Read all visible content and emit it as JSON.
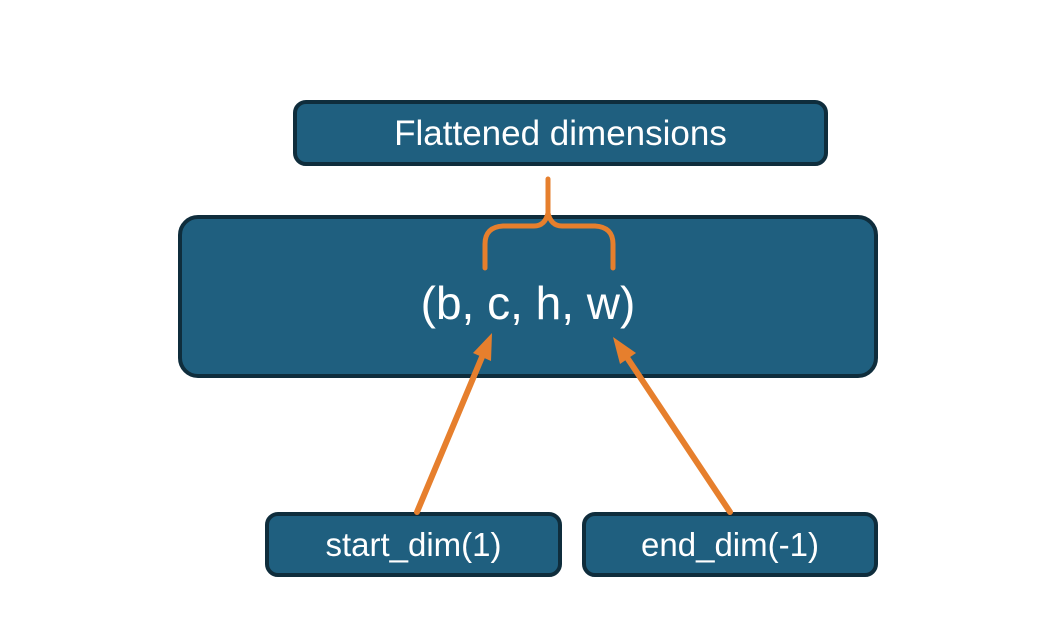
{
  "diagram": {
    "title_box": {
      "label": "Flattened dimensions"
    },
    "tensor_box": {
      "label": "(b, c, h, w)"
    },
    "start_dim_box": {
      "label": "start_dim(1)"
    },
    "end_dim_box": {
      "label": "end_dim(-1)"
    },
    "colors": {
      "background": "#ffffff",
      "box_fill": "#1f5f7f",
      "box_border": "#0f2d3c",
      "accent_orange": "#e67f2d",
      "text": "#ffffff"
    }
  }
}
